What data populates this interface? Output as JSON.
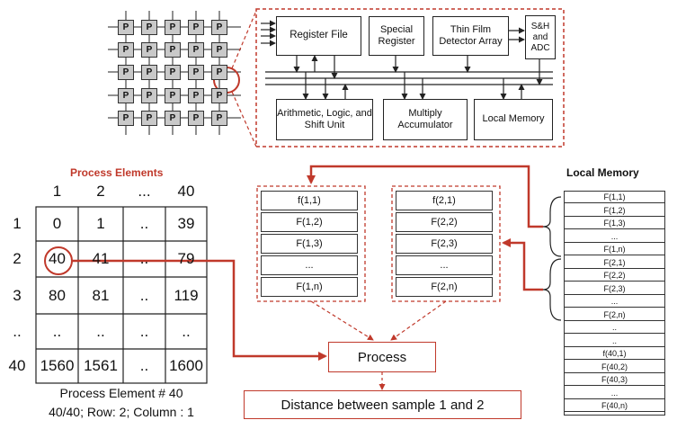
{
  "pe_grid": {
    "label": "P"
  },
  "arch": {
    "register_file": "Register File",
    "special_register": "Special Register",
    "thin_film": "Thin Film Detector Array",
    "sh_adc": "S&H and ADC",
    "alu": "Arithmetic, Logic, and Shift Unit",
    "mac": "Multiply Accumulator",
    "local_memory": "Local Memory"
  },
  "pe_table": {
    "title": "Process Elements",
    "col_headers": [
      "1",
      "2",
      "...",
      "40"
    ],
    "row_headers": [
      "1",
      "2",
      "3",
      "..",
      "40"
    ],
    "rows": [
      [
        "0",
        "1",
        "..",
        "39"
      ],
      [
        "40",
        "41",
        "..",
        "79"
      ],
      [
        "80",
        "81",
        "..",
        "119"
      ],
      [
        "..",
        "..",
        "..",
        ".."
      ],
      [
        "1560",
        "1561",
        "..",
        "1600"
      ]
    ],
    "caption_line1": "Process Element # 40",
    "caption_line2": "40/40; Row: 2; Column : 1"
  },
  "sample1": [
    "f(1,1)",
    "F(1,2)",
    "F(1,3)",
    "...",
    "F(1,n)"
  ],
  "sample2": [
    "f(2,1)",
    "F(2,2)",
    "F(2,3)",
    "...",
    "F(2,n)"
  ],
  "process_label": "Process",
  "distance_label": "Distance between sample 1 and 2",
  "local_memory": {
    "title": "Local Memory",
    "cells": [
      "F(1,1)",
      "F(1,2)",
      "F(1,3)",
      "...",
      "F(1,n)",
      "F(2,1)",
      "F(2,2)",
      "F(2,3)",
      "...",
      "F(2,n)",
      "..",
      "..",
      "f(40,1)",
      "F(40,2)",
      "F(40,3)",
      "...",
      "F(40,n)"
    ]
  },
  "colors": {
    "accent": "#c0392b",
    "pe_fill": "#c9c9c9",
    "line": "#222222"
  }
}
